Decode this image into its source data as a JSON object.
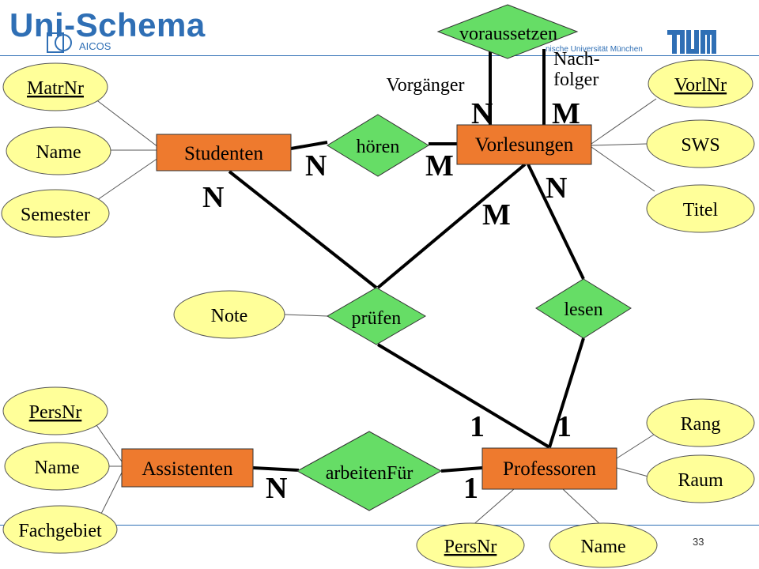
{
  "header": {
    "title": "Uni-Schema",
    "aicos": "AICOS",
    "university": "nische Universität München",
    "page_number": "33"
  },
  "colors": {
    "attribute": "#ffff99",
    "entity": "#ee7a2e",
    "relationship": "#66dd66",
    "header_blue": "#2f6fb5"
  },
  "entities": {
    "studenten": "Studenten",
    "vorlesungen": "Vorlesungen",
    "assistenten": "Assistenten",
    "professoren": "Professoren"
  },
  "relationships": {
    "hoeren": "hören",
    "voraussetzen": "voraussetzen",
    "pruefen": "prüfen",
    "lesen": "lesen",
    "arbeitenFuer": "arbeitenFür"
  },
  "attributes": {
    "studenten": {
      "matrnr": "MatrNr",
      "name": "Name",
      "semester": "Semester"
    },
    "vorlesungen": {
      "vorlnr": "VorlNr",
      "sws": "SWS",
      "titel": "Titel"
    },
    "pruefen": {
      "note": "Note"
    },
    "assistenten": {
      "persnr": "PersNr",
      "name": "Name",
      "fachgebiet": "Fachgebiet"
    },
    "professoren": {
      "rang": "Rang",
      "raum": "Raum",
      "persnr": "PersNr",
      "name": "Name"
    }
  },
  "roles": {
    "vorgaenger": "Vorgänger",
    "nachfolger_1": "Nach-",
    "nachfolger_2": "folger"
  },
  "cardinalities": {
    "voraussetzen_vorgaenger": "N",
    "voraussetzen_nachfolger": "M",
    "hoeren_studenten": "N",
    "hoeren_vorlesungen": "M",
    "lesen_vorlesungen": "N",
    "pruefen_studenten": "N",
    "pruefen_vorlesungen": "M",
    "pruefen_professoren": "1",
    "lesen_professoren": "1",
    "arbeitenFuer_assistenten": "N",
    "arbeitenFuer_professoren": "1"
  }
}
